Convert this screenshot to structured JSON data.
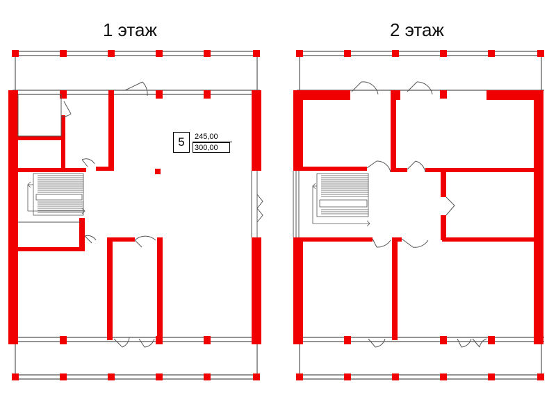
{
  "floors": [
    {
      "title": "1 этаж"
    },
    {
      "title": "2 этаж"
    }
  ],
  "room_tag": {
    "number": "5",
    "area_top": "245,00",
    "area_bottom": "300,00"
  },
  "colors": {
    "wall": "#f00000",
    "outline": "#555555",
    "background": "#ffffff"
  }
}
